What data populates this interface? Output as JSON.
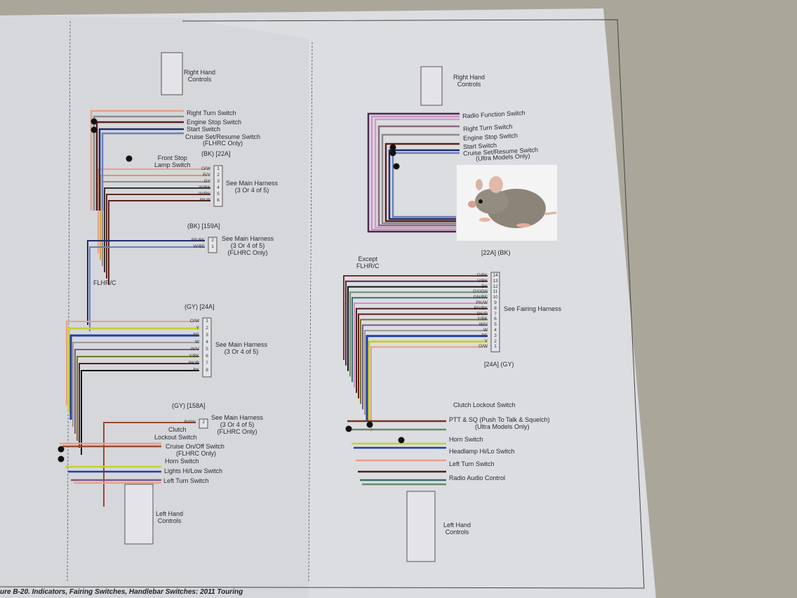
{
  "caption": "ure B-20. Indicators, Fairing Switches, Handlebar Switches: 2011 Touring",
  "left_diagram": {
    "model_label": "FLHR/C",
    "right_hand": {
      "controls_label": [
        "Right Hand",
        "Controls"
      ],
      "switches": [
        "Right Turn Switch",
        "Engine Stop Switch",
        "Start Switch",
        "Cruise Set/Resume Switch",
        "(FLHRC Only)"
      ],
      "front_stop": [
        "Front Stop",
        "Lamp Switch"
      ],
      "connector_22a": {
        "label": "(BK) [22A]",
        "wires": [
          "O/W",
          "R/Y",
          "GY",
          "W/BK",
          "W/BN",
          "BK/R"
        ],
        "pins": [
          "1",
          "2",
          "3",
          "4",
          "5",
          "6"
        ],
        "note": [
          "See Main Harness",
          "(3 Or 4 of 5)"
        ]
      },
      "connector_159a": {
        "label": "(BK) [159A]",
        "wires": [
          "BE/BK",
          "W/BE"
        ],
        "pins": [
          "2",
          "1"
        ],
        "note": [
          "See Main Harness",
          "(3 Or 4 of 5)",
          "(FLHRC Only)"
        ]
      }
    },
    "left_hand": {
      "connector_24a": {
        "label": "(GY) [24A]",
        "wires": [
          "O/W",
          "Y",
          "BE",
          "W",
          "W/V",
          "Y/BK",
          "BK/R",
          "BK"
        ],
        "pins": [
          "1",
          "2",
          "3",
          "4",
          "5",
          "6",
          "7",
          "8"
        ],
        "note": [
          "See Main Harness",
          "(3 Or 4 of 5)"
        ]
      },
      "connector_158a": {
        "label": "(GY) [158A]",
        "wires": [
          "R/GN"
        ],
        "pins": [
          "2"
        ],
        "note": [
          "See Main Harness",
          "(3 Or 4 of 5)",
          "(FLHRC Only)"
        ]
      },
      "switches": [
        "Clutch",
        "Lockout Switch",
        "Cruise On/Off Switch",
        "(FLHRC Only)",
        "Horn Switch",
        "Lights Hi/Low Switch",
        "Left Turn Switch"
      ],
      "controls_label": [
        "Left Hand",
        "Controls"
      ]
    }
  },
  "right_diagram": {
    "model_label": [
      "Except",
      "FLHR/C"
    ],
    "right_hand": {
      "controls_label": [
        "Right Hand",
        "Controls"
      ],
      "switches": [
        "Radio Function Switch",
        "Right Turn Switch",
        "Engine Stop Switch",
        "Start Switch",
        "Cruise Set/Resume Switch",
        "(Ultra Models Only)"
      ],
      "connector_22a": {
        "label": "[22A]  (BK)"
      }
    },
    "fairing_connector": {
      "label": "[24A]  (GY)",
      "wires": [
        "O/BK",
        "V/BK",
        "BK",
        "GY/GN",
        "GN/BE",
        "PK/W",
        "BN/BK",
        "BK/R",
        "Y/BK",
        "W/V",
        "W",
        "BE",
        "Y",
        "O/W"
      ],
      "pins": [
        "14",
        "13",
        "12",
        "11",
        "10",
        "9",
        "8",
        "7",
        "6",
        "5",
        "4",
        "3",
        "2",
        "1"
      ],
      "note": "See Fairing Harness"
    },
    "left_hand": {
      "switches": [
        "Clutch Lockout Switch",
        "PTT & SQ (Push To Talk & Squelch)",
        "(Ultra Models Only)",
        "Horn Switch",
        "Headlamp Hi/Lo Switch",
        "Left Turn Switch",
        "Radio Audio Control"
      ],
      "controls_label": [
        "Left Hand",
        "Controls"
      ]
    }
  }
}
